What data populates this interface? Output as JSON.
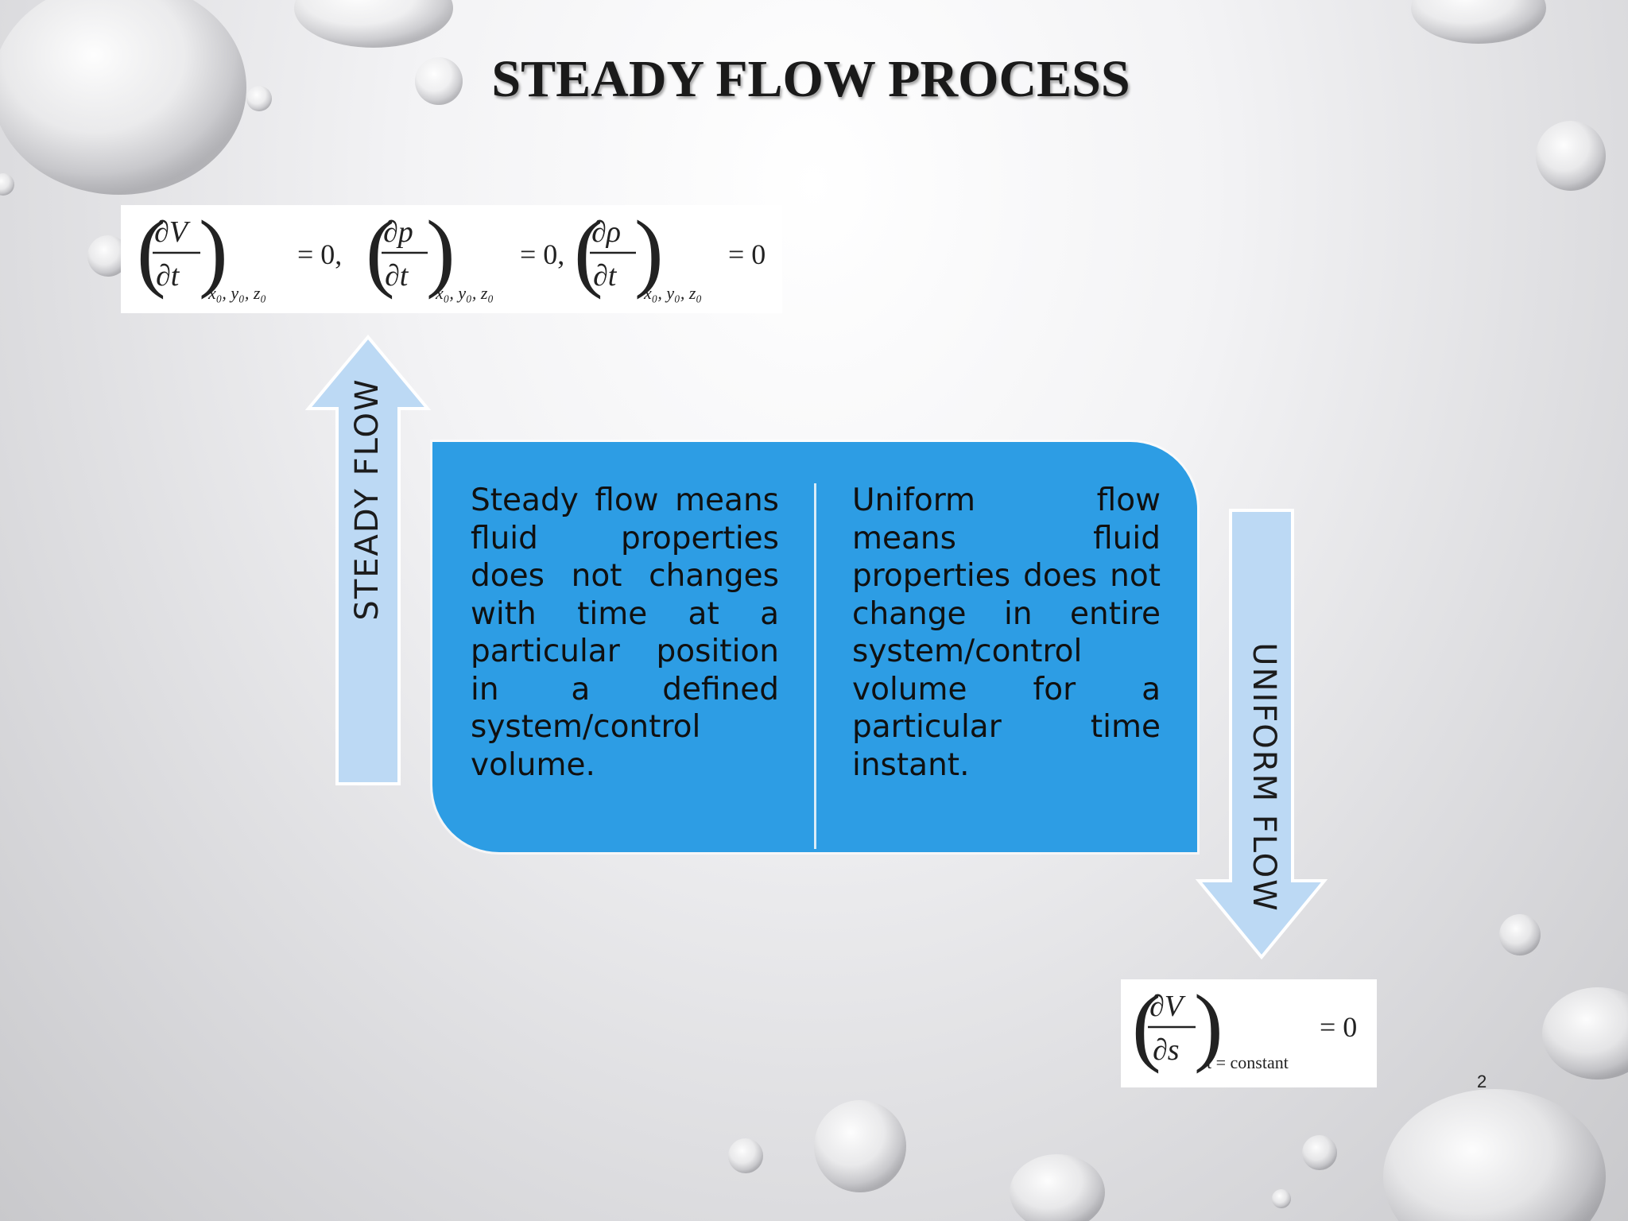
{
  "slide": {
    "title": "STEADY FLOW PROCESS",
    "page_number": "2"
  },
  "equations": {
    "steady": {
      "terms": [
        {
          "numerator": "∂V",
          "denominator": "∂t",
          "subscript": "x₀, y₀, z₀",
          "rhs": "= 0,"
        },
        {
          "numerator": "∂p",
          "denominator": "∂t",
          "subscript": "x₀, y₀, z₀",
          "rhs": "= 0,"
        },
        {
          "numerator": "∂ρ",
          "denominator": "∂t",
          "subscript": "x₀, y₀, z₀",
          "rhs": "= 0"
        }
      ]
    },
    "uniform": {
      "numerator": "∂V",
      "denominator": "∂s",
      "subscript": "t = constant",
      "rhs": "= 0"
    }
  },
  "arrows": {
    "steady_label": "STEADY FLOW",
    "uniform_label": "UNIFORM FLOW"
  },
  "panel": {
    "left_text": "Steady flow means fluid properties does not changes with time at a particular position in a defined system/control volume.",
    "right_text": "Uniform flow means fluid properties does not change in entire system/control volume for a particular time instant."
  },
  "colors": {
    "panel": "#2d9de4",
    "arrow_fill": "#bcd9f4",
    "arrow_stroke": "#ffffff"
  }
}
